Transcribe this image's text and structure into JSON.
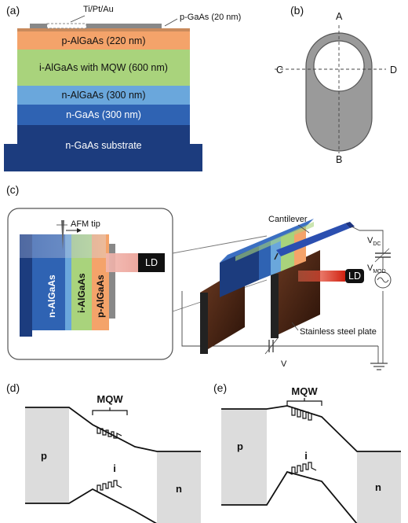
{
  "panels": {
    "a": "(a)",
    "b": "(b)",
    "c": "(c)",
    "d": "(d)",
    "e": "(e)"
  },
  "a": {
    "contact": "Ti/Pt/Au",
    "cap": "p-GaAs (20 nm)",
    "layers": [
      {
        "label": "p-AlGaAs (220 nm)",
        "color": "#f4a36a"
      },
      {
        "label": "i-AlGaAs with MQW (600 nm)",
        "color": "#a9d37c"
      },
      {
        "label": "n-AlGaAs (300 nm)",
        "color": "#6aa7dc"
      },
      {
        "label": "n-GaAs (300 nm)",
        "color": "#2f63b3"
      },
      {
        "label": "n-GaAs substrate",
        "color": "#1c3c7e"
      }
    ]
  },
  "b": {
    "A": "A",
    "B": "B",
    "C": "C",
    "D": "D"
  },
  "c": {
    "afm_tip": "AFM tip",
    "ld": "LD",
    "layers_vertical": [
      "n-AlGaAs",
      "i-AlGaAs",
      "p-AlGaAs"
    ],
    "cantilever": "Cantilever",
    "vdc_main": "V",
    "vdc_sub": "DC",
    "vmod_main": "V",
    "vmod_sub": "MOD",
    "v": "V",
    "plate": "Stainless steel plate"
  },
  "d": {
    "mqw": "MQW",
    "p": "p",
    "i": "i",
    "n": "n"
  },
  "e": {
    "mqw": "MQW",
    "p": "p",
    "i": "i",
    "n": "n"
  }
}
